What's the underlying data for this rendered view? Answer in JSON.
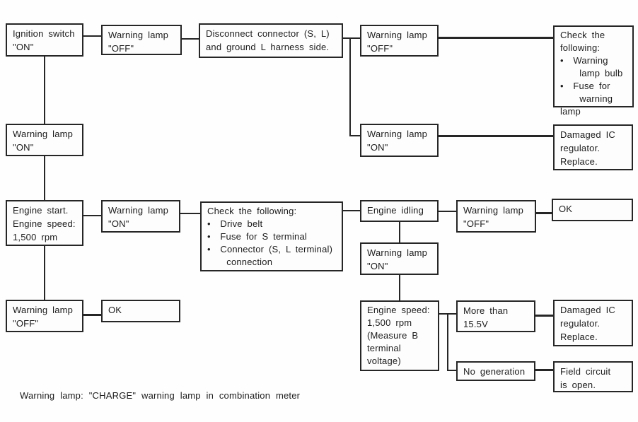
{
  "diagram": {
    "boxes": {
      "ignition_switch": "Ignition switch\n\"ON\"",
      "warning_lamp_off_top1": "Warning lamp\n\"OFF\"",
      "disconnect_connector": "Disconnect connector (S, L)\nand ground L harness side.",
      "warning_lamp_off_top2": "Warning lamp\n\"OFF\"",
      "check_warning_lamp": "Check the\nfollowing:\n•  Warning\n    lamp bulb\n•  Fuse for\n    warning lamp",
      "warning_lamp_on_branch": "Warning lamp\n\"ON\"",
      "damaged_ic_regulator_1": "Damaged IC\nregulator.\nReplace.",
      "warning_lamp_on_left": "Warning lamp\n\"ON\"",
      "engine_start": "Engine start.\nEngine speed:\n1,500 rpm",
      "warning_lamp_on_mid": "Warning lamp\n\"ON\"",
      "check_drive_belt": "Check the following:\n•  Drive belt\n•  Fuse for S terminal\n•  Connector (S, L terminal)\n    connection",
      "engine_idling": "Engine idling",
      "warning_lamp_off_mid": "Warning lamp\n\"OFF\"",
      "ok_top": "OK",
      "warning_lamp_on_idle": "Warning lamp\n\"ON\"",
      "engine_speed_measure": "Engine speed:\n1,500 rpm\n(Measure B\nterminal\nvoltage)",
      "more_than_155v": "More than\n15.5V",
      "damaged_ic_regulator_2": "Damaged IC\nregulator.\nReplace.",
      "no_generation": "No generation",
      "field_circuit_open": "Field circuit\nis open.",
      "warning_lamp_off_bottom": "Warning lamp\n\"OFF\"",
      "ok_bottom": "OK"
    },
    "footnote": "Warning lamp: \"CHARGE\" warning lamp in combination meter"
  }
}
